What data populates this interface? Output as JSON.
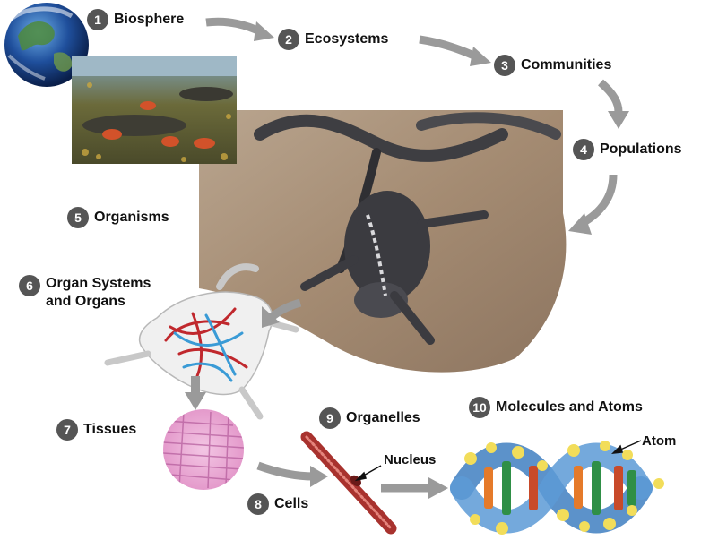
{
  "levels": [
    {
      "number": "1",
      "name": "Biosphere"
    },
    {
      "number": "2",
      "name": "Ecosystems"
    },
    {
      "number": "3",
      "name": "Communities"
    },
    {
      "number": "4",
      "name": "Populations"
    },
    {
      "number": "5",
      "name": "Organisms"
    },
    {
      "number": "6",
      "name_line1": "Organ Systems",
      "name_line2": "and Organs"
    },
    {
      "number": "7",
      "name": "Tissues"
    },
    {
      "number": "8",
      "name": "Cells"
    },
    {
      "number": "9",
      "name": "Organelles"
    },
    {
      "number": "10",
      "name": "Molecules and Atoms"
    }
  ],
  "callouts": {
    "nucleus": "Nucleus",
    "atom": "Atom"
  },
  "colors": {
    "badge": "#555555",
    "arrow": "#9a9a9a",
    "blood_red": "#c0282d",
    "blood_blue": "#3a9bd6"
  }
}
